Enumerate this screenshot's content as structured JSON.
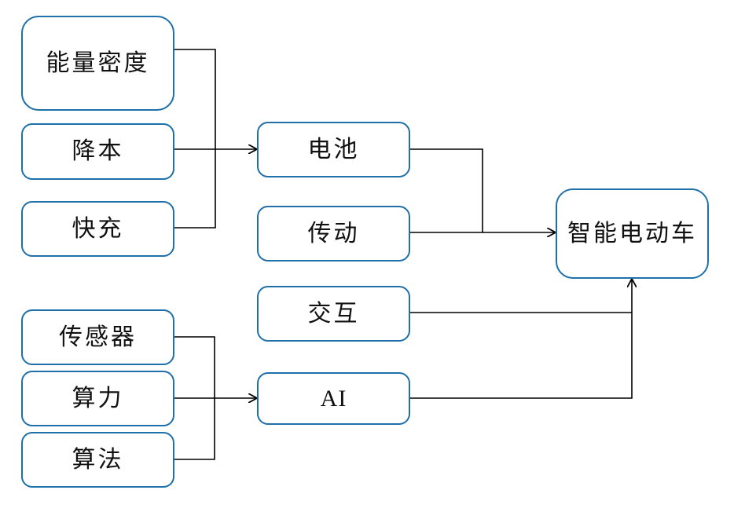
{
  "diagram": {
    "inputs_battery": [
      "能量密度",
      "降本",
      "快充"
    ],
    "battery": "电池",
    "transmission": "传动",
    "interaction": "交互",
    "inputs_ai": [
      "传感器",
      "算力",
      "算法"
    ],
    "ai": "AI",
    "target": "智能电动车",
    "line_color": "#000000",
    "box_border_color": "#1f6fa8"
  }
}
